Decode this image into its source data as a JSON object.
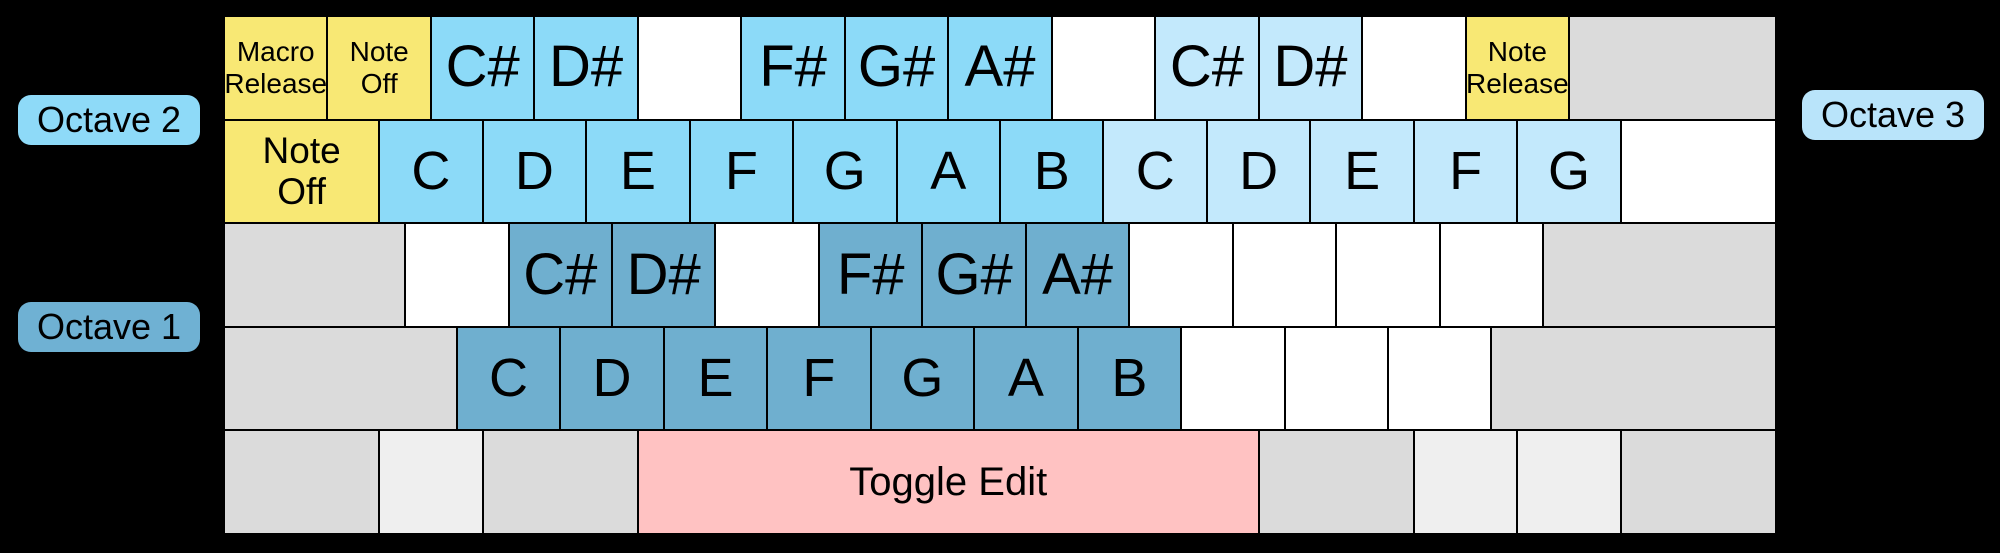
{
  "labels": {
    "octave1": "Octave 1",
    "octave2": "Octave 2",
    "octave3": "Octave 3"
  },
  "palette": {
    "background": "#000000",
    "function_key_yellow": "#F8E874",
    "octave2_blue": "#8CDAF8",
    "octave3_blue": "#C3E9FC",
    "octave1_blue": "#6FAFCF",
    "blank_white": "#FFFFFF",
    "modifier_gray": "#DBDBDB",
    "modifier_gray_light": "#EFEFEF",
    "toggle_pink": "#FFC2C2",
    "pill_octave1": "#6FB1D3",
    "pill_octave2": "#8EDAF8",
    "pill_octave3": "#B9E4FA",
    "text": "#000000"
  },
  "keyboard": {
    "rows": [
      {
        "keys": [
          {
            "name": "key-macro-release",
            "label": "Macro\nRelease",
            "type": "yellow",
            "size": "sm",
            "w": 4
          },
          {
            "name": "key-note-off-row1",
            "label": "Note\nOff",
            "type": "yellow",
            "size": "sm",
            "w": 4
          },
          {
            "name": "key-c-sharp-octave2",
            "label": "C#",
            "type": "octave2",
            "size": "sharp",
            "w": 4
          },
          {
            "name": "key-d-sharp-octave2",
            "label": "D#",
            "type": "octave2",
            "size": "sharp",
            "w": 4
          },
          {
            "name": "key-blank",
            "label": "",
            "type": "white",
            "w": 4
          },
          {
            "name": "key-f-sharp-octave2",
            "label": "F#",
            "type": "octave2",
            "size": "sharp",
            "w": 4
          },
          {
            "name": "key-g-sharp-octave2",
            "label": "G#",
            "type": "octave2",
            "size": "sharp",
            "w": 4
          },
          {
            "name": "key-a-sharp-octave2",
            "label": "A#",
            "type": "octave2",
            "size": "sharp",
            "w": 4
          },
          {
            "name": "key-blank",
            "label": "",
            "type": "white",
            "w": 4
          },
          {
            "name": "key-c-sharp-octave3",
            "label": "C#",
            "type": "octave3",
            "size": "sharp",
            "w": 4
          },
          {
            "name": "key-d-sharp-octave3",
            "label": "D#",
            "type": "octave3",
            "size": "sharp",
            "w": 4
          },
          {
            "name": "key-blank",
            "label": "",
            "type": "white",
            "w": 4
          },
          {
            "name": "key-note-release",
            "label": "Note\nRelease",
            "type": "yellow",
            "size": "sm",
            "w": 4
          },
          {
            "name": "key-blank-modifier",
            "label": "",
            "type": "gray",
            "w": 8
          }
        ]
      },
      {
        "keys": [
          {
            "name": "key-note-off-tab",
            "label": "Note\nOff",
            "type": "yellow",
            "size": "md",
            "w": 6
          },
          {
            "name": "key-c-octave2",
            "label": "C",
            "type": "octave2",
            "w": 4
          },
          {
            "name": "key-d-octave2",
            "label": "D",
            "type": "octave2",
            "w": 4
          },
          {
            "name": "key-e-octave2",
            "label": "E",
            "type": "octave2",
            "w": 4
          },
          {
            "name": "key-f-octave2",
            "label": "F",
            "type": "octave2",
            "w": 4
          },
          {
            "name": "key-g-octave2",
            "label": "G",
            "type": "octave2",
            "w": 4
          },
          {
            "name": "key-a-octave2",
            "label": "A",
            "type": "octave2",
            "w": 4
          },
          {
            "name": "key-b-octave2",
            "label": "B",
            "type": "octave2",
            "w": 4
          },
          {
            "name": "key-c-octave3",
            "label": "C",
            "type": "octave3",
            "w": 4
          },
          {
            "name": "key-d-octave3",
            "label": "D",
            "type": "octave3",
            "w": 4
          },
          {
            "name": "key-e-octave3",
            "label": "E",
            "type": "octave3",
            "w": 4
          },
          {
            "name": "key-f-octave3",
            "label": "F",
            "type": "octave3",
            "w": 4
          },
          {
            "name": "key-g-octave3",
            "label": "G",
            "type": "octave3",
            "w": 4
          },
          {
            "name": "key-blank",
            "label": "",
            "type": "white",
            "w": 6
          }
        ]
      },
      {
        "keys": [
          {
            "name": "key-blank-modifier",
            "label": "",
            "type": "gray",
            "w": 7
          },
          {
            "name": "key-blank",
            "label": "",
            "type": "white",
            "w": 4
          },
          {
            "name": "key-c-sharp-octave1",
            "label": "C#",
            "type": "octave1",
            "size": "sharp",
            "w": 4
          },
          {
            "name": "key-d-sharp-octave1",
            "label": "D#",
            "type": "octave1",
            "size": "sharp",
            "w": 4
          },
          {
            "name": "key-blank",
            "label": "",
            "type": "white",
            "w": 4
          },
          {
            "name": "key-f-sharp-octave1",
            "label": "F#",
            "type": "octave1",
            "size": "sharp",
            "w": 4
          },
          {
            "name": "key-g-sharp-octave1",
            "label": "G#",
            "type": "octave1",
            "size": "sharp",
            "w": 4
          },
          {
            "name": "key-a-sharp-octave1",
            "label": "A#",
            "type": "octave1",
            "size": "sharp",
            "w": 4
          },
          {
            "name": "key-blank",
            "label": "",
            "type": "white",
            "w": 4
          },
          {
            "name": "key-blank",
            "label": "",
            "type": "white",
            "w": 4
          },
          {
            "name": "key-blank",
            "label": "",
            "type": "white",
            "w": 4
          },
          {
            "name": "key-blank",
            "label": "",
            "type": "white",
            "w": 4
          },
          {
            "name": "key-blank-modifier",
            "label": "",
            "type": "gray",
            "w": 9
          }
        ]
      },
      {
        "keys": [
          {
            "name": "key-blank-modifier",
            "label": "",
            "type": "gray",
            "w": 9
          },
          {
            "name": "key-c-octave1",
            "label": "C",
            "type": "octave1",
            "w": 4
          },
          {
            "name": "key-d-octave1",
            "label": "D",
            "type": "octave1",
            "w": 4
          },
          {
            "name": "key-e-octave1",
            "label": "E",
            "type": "octave1",
            "w": 4
          },
          {
            "name": "key-f-octave1",
            "label": "F",
            "type": "octave1",
            "w": 4
          },
          {
            "name": "key-g-octave1",
            "label": "G",
            "type": "octave1",
            "w": 4
          },
          {
            "name": "key-a-octave1",
            "label": "A",
            "type": "octave1",
            "w": 4
          },
          {
            "name": "key-b-octave1",
            "label": "B",
            "type": "octave1",
            "w": 4
          },
          {
            "name": "key-blank",
            "label": "",
            "type": "white",
            "w": 4
          },
          {
            "name": "key-blank",
            "label": "",
            "type": "white",
            "w": 4
          },
          {
            "name": "key-blank",
            "label": "",
            "type": "white",
            "w": 4
          },
          {
            "name": "key-blank-modifier",
            "label": "",
            "type": "gray",
            "w": 11
          }
        ]
      },
      {
        "keys": [
          {
            "name": "key-blank-modifier",
            "label": "",
            "type": "gray",
            "w": 6
          },
          {
            "name": "key-blank-modifier-light",
            "label": "",
            "type": "grayLight",
            "w": 4
          },
          {
            "name": "key-blank-modifier",
            "label": "",
            "type": "gray",
            "w": 6
          },
          {
            "name": "key-toggle-edit",
            "label": "Toggle Edit",
            "type": "pink",
            "size": "toggle",
            "w": 24
          },
          {
            "name": "key-blank-modifier",
            "label": "",
            "type": "gray",
            "w": 6
          },
          {
            "name": "key-blank-modifier-light",
            "label": "",
            "type": "grayLight",
            "w": 4
          },
          {
            "name": "key-blank-modifier-light",
            "label": "",
            "type": "grayLight",
            "w": 4
          },
          {
            "name": "key-blank-modifier",
            "label": "",
            "type": "gray",
            "w": 6
          }
        ]
      }
    ]
  }
}
